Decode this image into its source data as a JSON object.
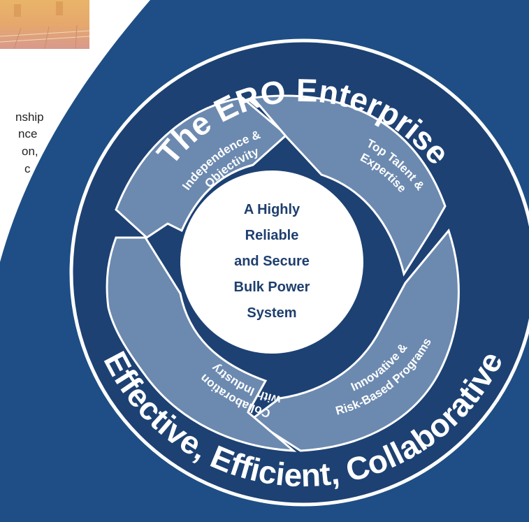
{
  "colors": {
    "background": "#1e4e85",
    "outer_ring": "#1d4173",
    "segment": "#6c8ab0",
    "outline": "#ffffff",
    "center_fill": "#ffffff",
    "center_text": "#1e3f6e",
    "side_text": "#222222"
  },
  "ring": {
    "top_text": "The ERO Enterprise",
    "bottom_text": "Effective, Efficient, Collaborative"
  },
  "segments": [
    {
      "line1": "Independence &",
      "line2": "Objectivity"
    },
    {
      "line1": "Top Talent &",
      "line2": "Expertise"
    },
    {
      "line1": "Innovative &",
      "line2": "Risk-Based Programs"
    },
    {
      "line1": "Collaboration",
      "line2": "with Industry"
    }
  ],
  "center": {
    "lines": [
      "A Highly",
      "Reliable",
      "and Secure",
      "Bulk Power",
      "System"
    ]
  },
  "side_text_fragments": [
    "nship",
    "nce",
    "on,",
    "c"
  ],
  "photo": {
    "icon": "solar-panel-photo"
  }
}
